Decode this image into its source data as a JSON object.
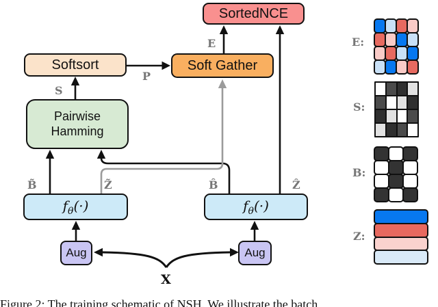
{
  "diagram": {
    "nodes": {
      "sortednce": {
        "label": "SortedNCE",
        "fill": "#f9908f"
      },
      "softsort": {
        "label": "Softsort",
        "fill": "#fbe3ca"
      },
      "soft_gather": {
        "label": "Soft Gather",
        "fill": "#f9af60"
      },
      "pairwise_hamming": {
        "label_line1": "Pairwise",
        "label_line2": "Hamming",
        "fill": "#d7ead3"
      },
      "encoder": {
        "pre": "f",
        "sub": "θ",
        "post": "(·)",
        "fill": "#cdeaf8"
      },
      "aug": {
        "label": "Aug",
        "fill": "#c9c5f3"
      }
    },
    "labels": {
      "s": "S",
      "p": "P",
      "e": "E",
      "b_tilde": "B̃",
      "z_tilde": "Z̃",
      "b_hat": "B̂",
      "z_hat": "Ẑ",
      "x": "X"
    },
    "palette": {
      "line_black": "#111111",
      "line_gray": "#9b9b9b",
      "label_gray": "#767676"
    }
  },
  "legend": {
    "e": {
      "label": "E:",
      "cells": [
        [
          "#0778f0",
          "#c9e1f7",
          "#e76a60",
          "#f9cbc7"
        ],
        [
          "#e76a60",
          "#f9cbc7",
          "#0778f0",
          "#c9e1f7"
        ],
        [
          "#f9cbc7",
          "#e76a60",
          "#c9e1f7",
          "#0778f0"
        ],
        [
          "#c9e1f7",
          "#0778f0",
          "#f9cbc7",
          "#e76a60"
        ]
      ]
    },
    "s": {
      "label": "S:",
      "cells": [
        [
          "#ffffff",
          "#4b4b4b",
          "#2f2f2f",
          "#e2e2e2"
        ],
        [
          "#4b4b4b",
          "#ffffff",
          "#e2e2e2",
          "#2f2f2f"
        ],
        [
          "#2f2f2f",
          "#e2e2e2",
          "#ffffff",
          "#4b4b4b"
        ],
        [
          "#e2e2e2",
          "#2f2f2f",
          "#4b4b4b",
          "#ffffff"
        ]
      ]
    },
    "b": {
      "label": "B:",
      "cells": [
        [
          "#333333",
          "#ffffff",
          "#333333"
        ],
        [
          "#ffffff",
          "#333333",
          "#ffffff"
        ],
        [
          "#ffffff",
          "#333333",
          "#ffffff"
        ],
        [
          "#333333",
          "#ffffff",
          "#333333"
        ]
      ]
    },
    "z": {
      "label": "Z:",
      "cells": [
        [
          "#0778f0"
        ],
        [
          "#e7695f"
        ],
        [
          "#fad2ce"
        ],
        [
          "#d9eaf8"
        ]
      ]
    }
  },
  "caption": "Figure 2: The training schematic of NSH. We illustrate the batch"
}
